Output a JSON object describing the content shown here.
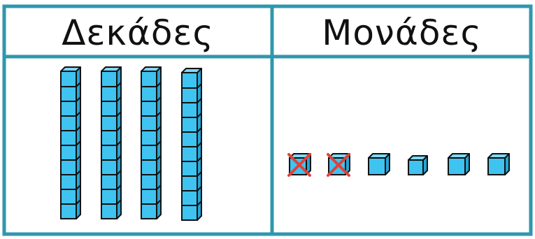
{
  "table": {
    "header_tens": "Δεκάδες",
    "header_ones": "Μονάδες",
    "border_color": "#2f97ad"
  },
  "tens": {
    "rod_count": 4,
    "cubes_per_rod": 10,
    "cube_color": "#3fc3f0"
  },
  "ones": {
    "cube_count": 6,
    "crossed_out_count": 2,
    "cross_color": "#e0413a"
  }
}
